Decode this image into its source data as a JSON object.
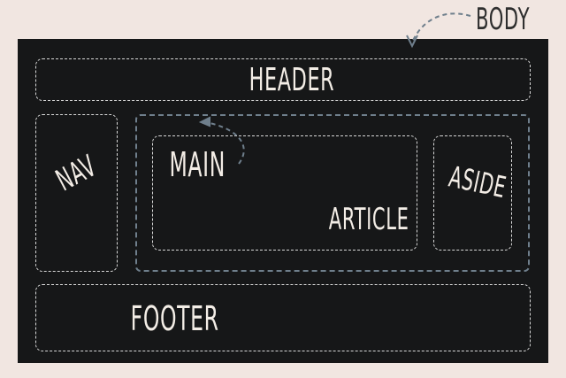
{
  "labels": {
    "body": "BODY",
    "header": "HEADER",
    "nav": "NAV",
    "main": "MAIN",
    "article": "ARTICLE",
    "aside": "ASIDE",
    "footer": "FOOTER"
  },
  "colors": {
    "page_background": "#f1e6e1",
    "body_fill": "#161718",
    "dashed_border": "#d8d8d8",
    "main_border": "#6f7f8c",
    "arrow": "#6f7f8c",
    "label_light": "#f3ede6",
    "label_dark": "#2e2e2e"
  }
}
